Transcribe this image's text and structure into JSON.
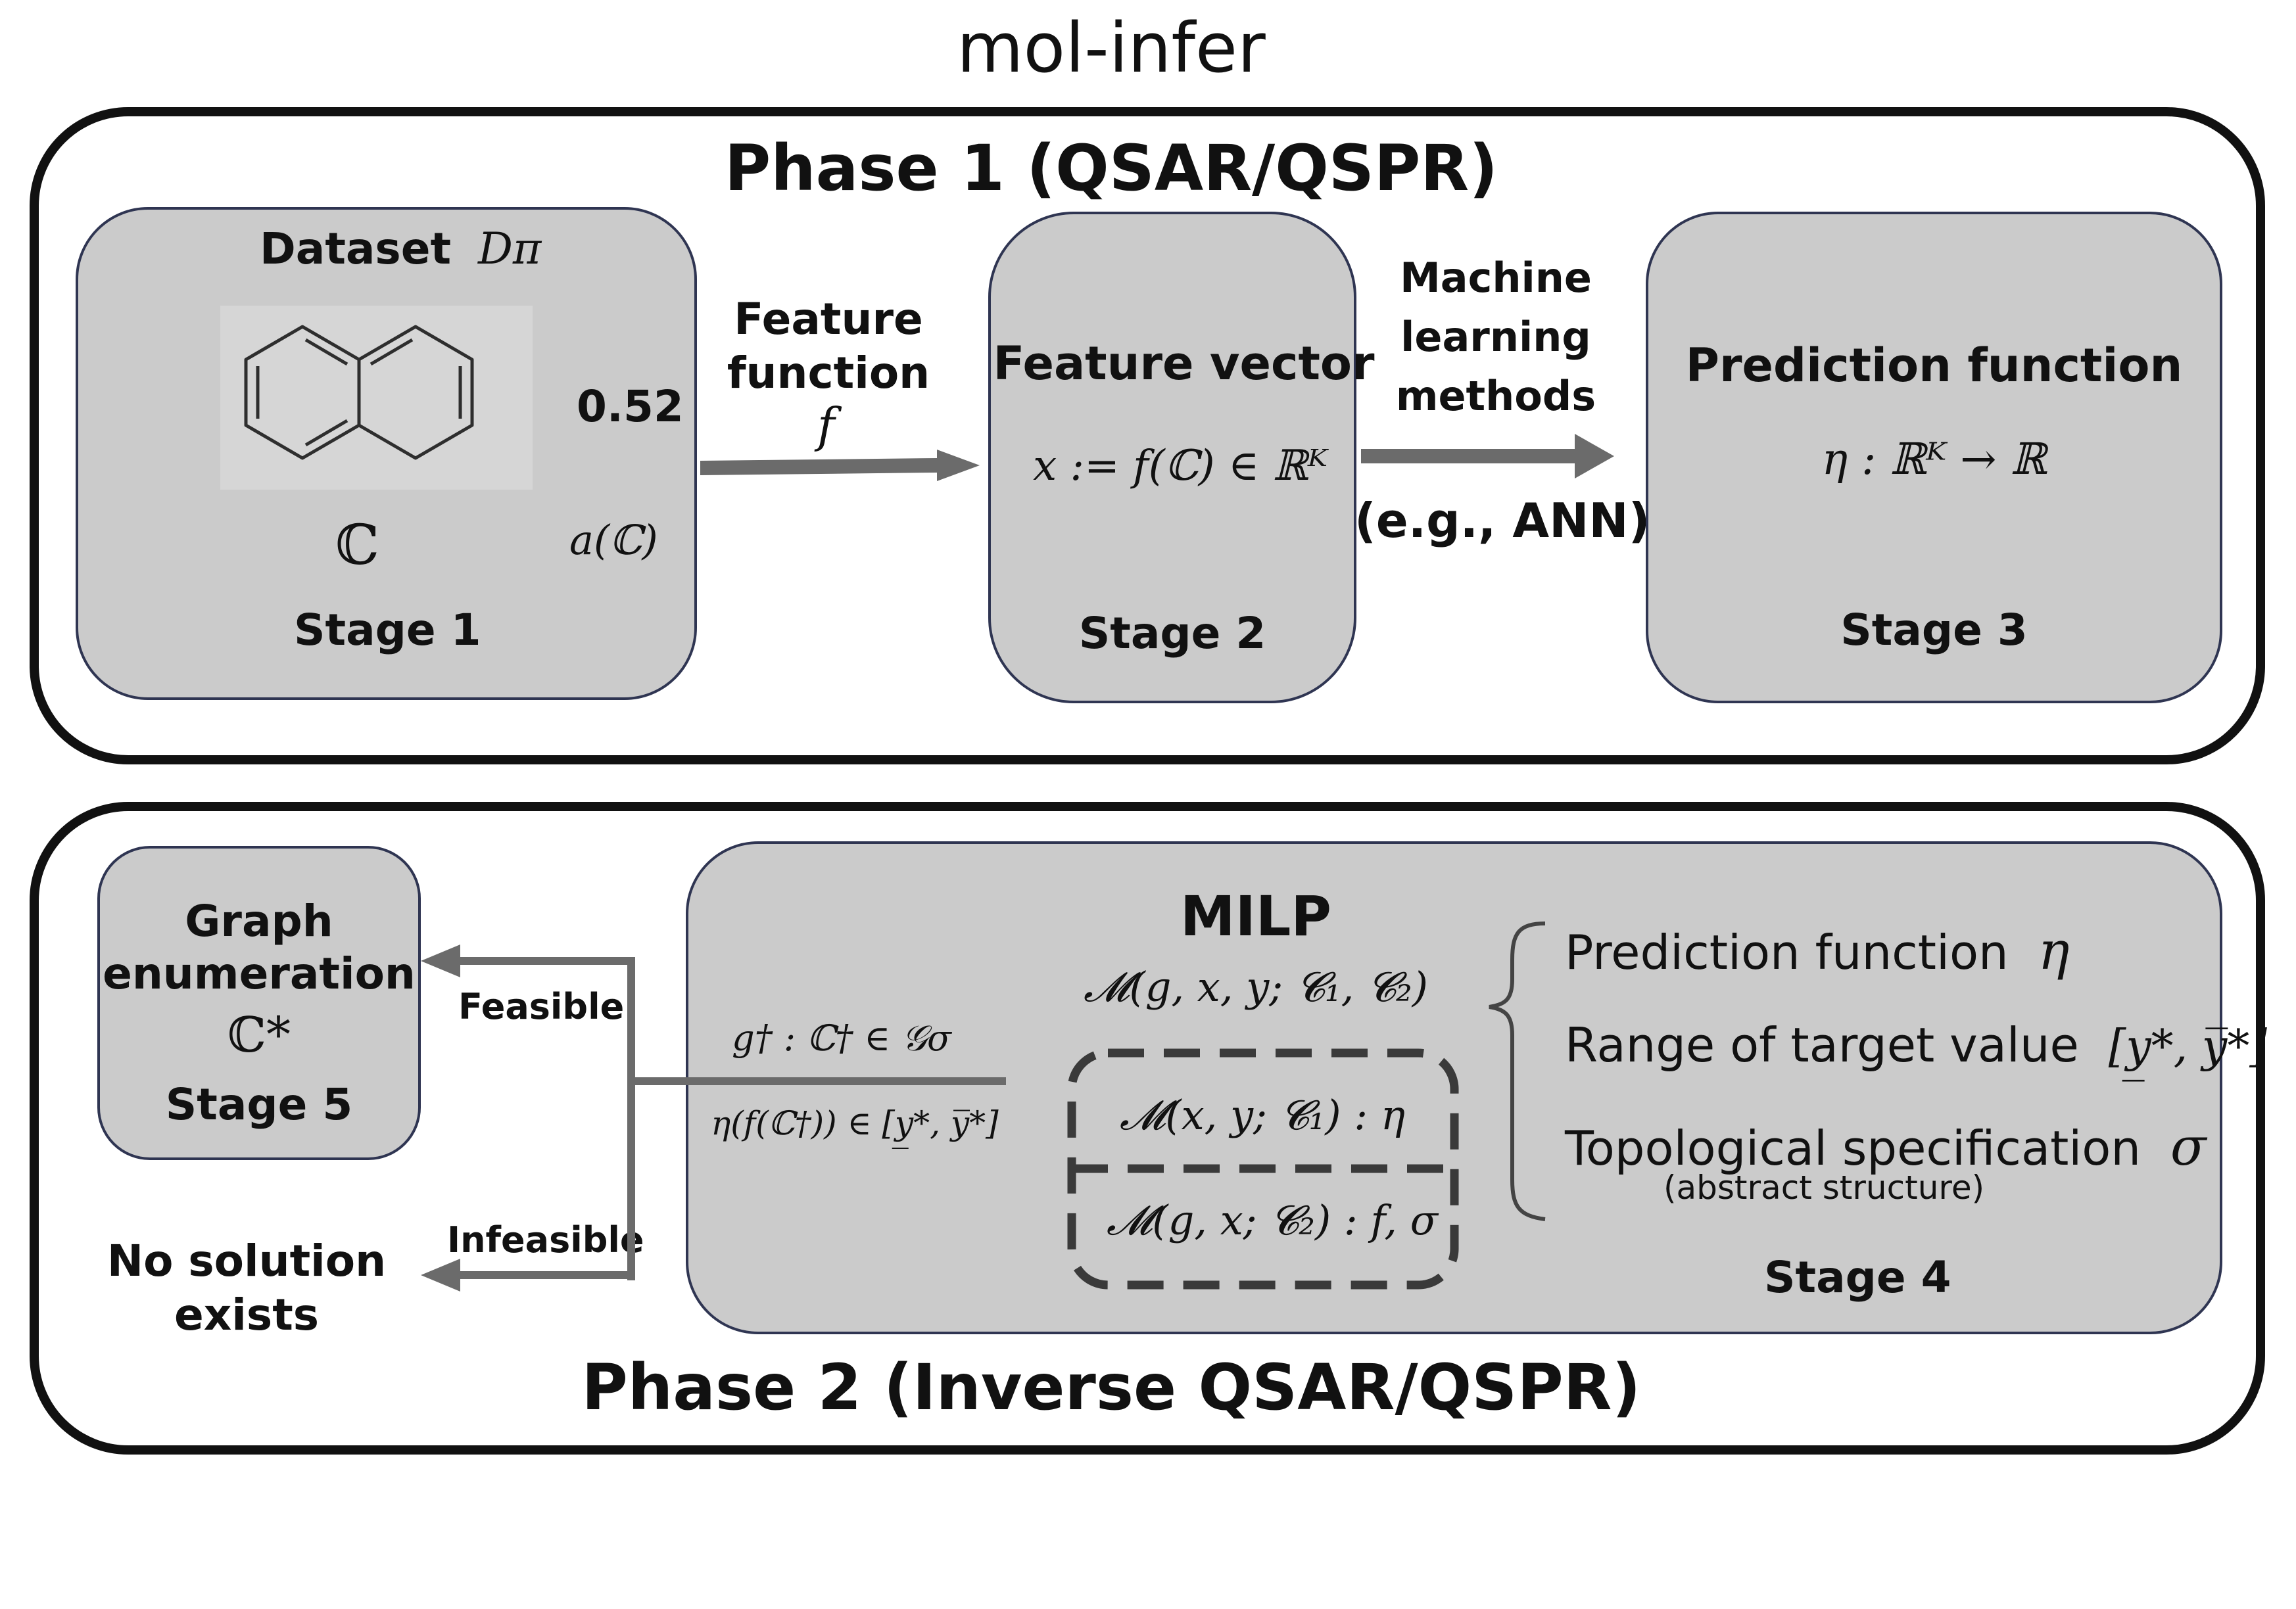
{
  "title": "mol-infer",
  "phase1": {
    "heading": "Phase 1 (QSAR/QSPR)",
    "stage1": {
      "dataset_label": "Dataset",
      "dataset_symbol": "Dπ",
      "property_value": "0.52",
      "compound_symbol": "ℂ",
      "property_symbol": "a(ℂ)",
      "stage_label": "Stage 1"
    },
    "arrow1": {
      "label_line1": "Feature",
      "label_line2": "function",
      "symbol": "f"
    },
    "stage2": {
      "heading": "Feature vector",
      "formula": "x := f(ℂ) ∈ ℝᴷ",
      "stage_label": "Stage 2"
    },
    "arrow2": {
      "label_line1": "Machine",
      "label_line2": "learning",
      "label_line3": "methods",
      "example": "(e.g., ANN)"
    },
    "stage3": {
      "heading": "Prediction function",
      "formula": "η : ℝᴷ → ℝ",
      "stage_label": "Stage 3"
    }
  },
  "phase2": {
    "heading": "Phase 2 (Inverse QSAR/QSPR)",
    "stage4": {
      "heading": "MILP",
      "model": "𝓜(g, x, y; 𝓒₁, 𝓒₂)",
      "sub_model_1": "𝓜(x, y; 𝓒₁) : η",
      "sub_model_2": "𝓜(g, x; 𝓒₂) : f, σ",
      "inputs": [
        {
          "label": "Prediction function",
          "symbol": "η"
        },
        {
          "label": "Range of target value",
          "symbol": "[y̲*, y̅*]"
        },
        {
          "label": "Topological specification",
          "symbol": "σ"
        }
      ],
      "inputs_note": "(abstract structure)",
      "stage_label": "Stage 4"
    },
    "connector": {
      "solution_top": "g† : ℂ† ∈ 𝒢σ",
      "solution_bottom": "η(f(ℂ†)) ∈ [y̲*, y̅*]",
      "feasible_label": "Feasible",
      "infeasible_label": "Infeasible"
    },
    "stage5": {
      "line1": "Graph",
      "line2": "enumeration",
      "symbol": "ℂ*",
      "stage_label": "Stage 5"
    },
    "no_solution": {
      "line1": "No solution",
      "line2": "exists"
    }
  },
  "colors": {
    "box_fill": "#cbcbcb",
    "box_border": "#2f3552",
    "arrow": "#6b6b6b",
    "frame": "#111111",
    "dashed": "#3a3a3a"
  }
}
